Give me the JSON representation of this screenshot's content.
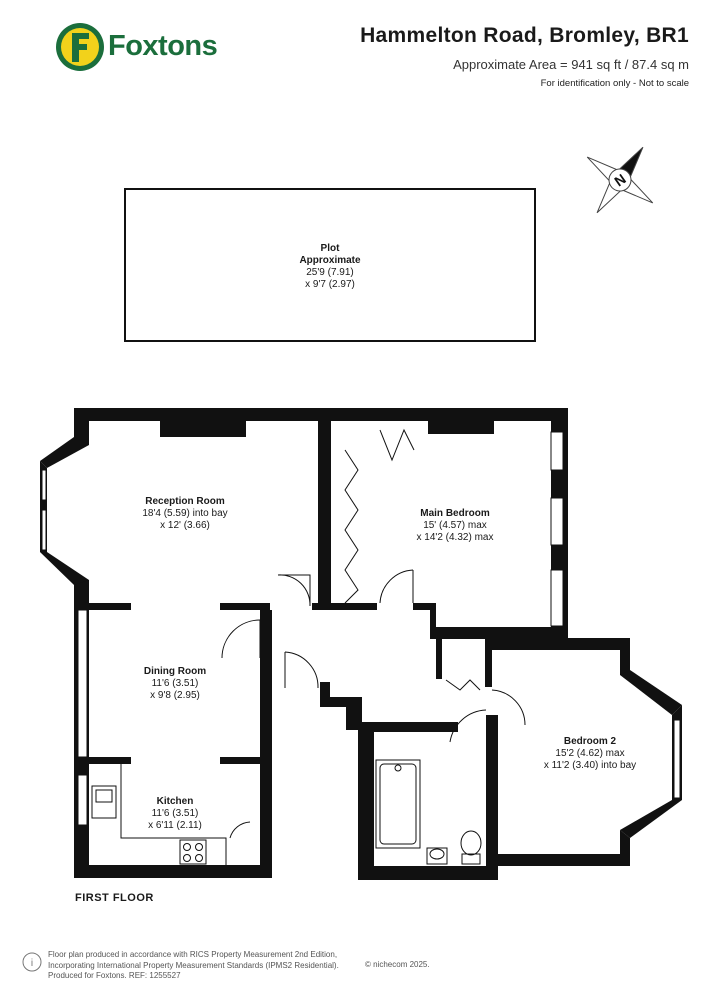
{
  "header": {
    "brand": "Foxtons",
    "address": "Hammelton Road, Bromley, BR1",
    "area": "Approximate Area = 941 sq ft / 87.4 sq m",
    "note": "For identification only - Not to scale"
  },
  "compass": {
    "letter": "N"
  },
  "plot": {
    "line1": "Plot",
    "line2": "Approximate",
    "line3": "25'9 (7.91)",
    "line4": "x 9'7 (2.97)"
  },
  "rooms": {
    "reception": {
      "name": "Reception Room",
      "dim1": "18'4 (5.59) into bay",
      "dim2": "x 12' (3.66)"
    },
    "main_bedroom": {
      "name": "Main Bedroom",
      "dim1": "15' (4.57) max",
      "dim2": "x 14'2 (4.32) max"
    },
    "dining": {
      "name": "Dining Room",
      "dim1": "11'6 (3.51)",
      "dim2": "x 9'8 (2.95)"
    },
    "kitchen": {
      "name": "Kitchen",
      "dim1": "11'6 (3.51)",
      "dim2": "x 6'11 (2.11)"
    },
    "bedroom2": {
      "name": "Bedroom 2",
      "dim1": "15'2 (4.62) max",
      "dim2": "x 11'2 (3.40) into bay"
    }
  },
  "floor": {
    "name": "FIRST FLOOR"
  },
  "footer": {
    "line1": "Floor plan produced in accordance with RICS Property Measurement 2nd Edition,",
    "line2": "Incorporating International Property Measurement Standards (IPMS2 Residential).",
    "line3": "Produced for Foxtons.   REF:  1255527",
    "credit": "© nichecom 2025."
  },
  "colors": {
    "brand_green": "#1b6e3c",
    "brand_yellow": "#f2d21b",
    "wall": "#111111"
  }
}
